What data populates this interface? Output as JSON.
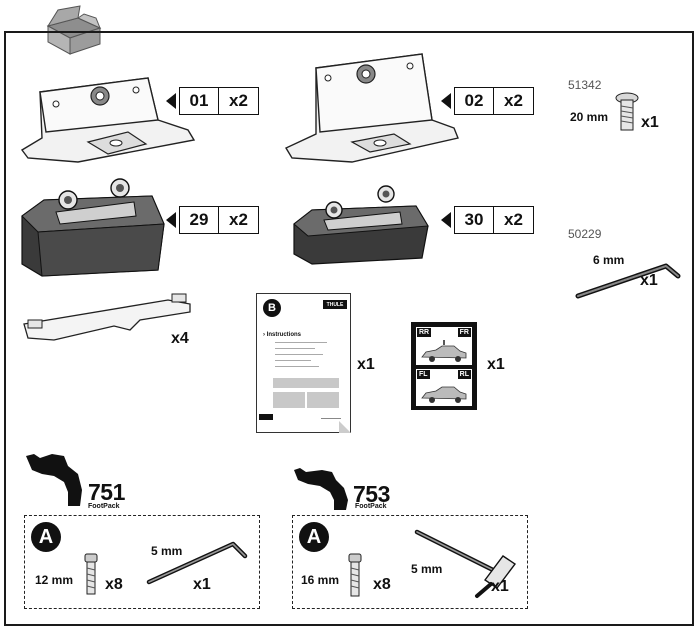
{
  "parts": {
    "bracket_01": {
      "code": "01",
      "qty": "x2"
    },
    "bracket_02": {
      "code": "02",
      "qty": "x2"
    },
    "foot_29": {
      "code": "29",
      "qty": "x2"
    },
    "foot_30": {
      "code": "30",
      "qty": "x2"
    },
    "plate_qty": "x4",
    "booklet": {
      "letter": "B",
      "brand": "THULE",
      "heading": "Instructions",
      "qty": "x1"
    },
    "sticker": {
      "rr": "RR",
      "fr": "FR",
      "fl": "FL",
      "rl": "RL",
      "qty": "x1"
    }
  },
  "hardware": {
    "screw": {
      "part_no": "51342",
      "length": "20 mm",
      "qty": "x1"
    },
    "key": {
      "part_no": "50229",
      "size": "6 mm",
      "qty": "x1"
    }
  },
  "footpacks": {
    "fp751": {
      "number": "751",
      "label": "FootPack",
      "group": "A",
      "screw_length": "12 mm",
      "screw_qty": "x8",
      "key_size": "5 mm",
      "key_qty": "x1"
    },
    "fp753": {
      "number": "753",
      "label": "FootPack",
      "group": "A",
      "screw_length": "16 mm",
      "screw_qty": "x8",
      "key_size": "5 mm",
      "key_qty": "x1"
    }
  }
}
